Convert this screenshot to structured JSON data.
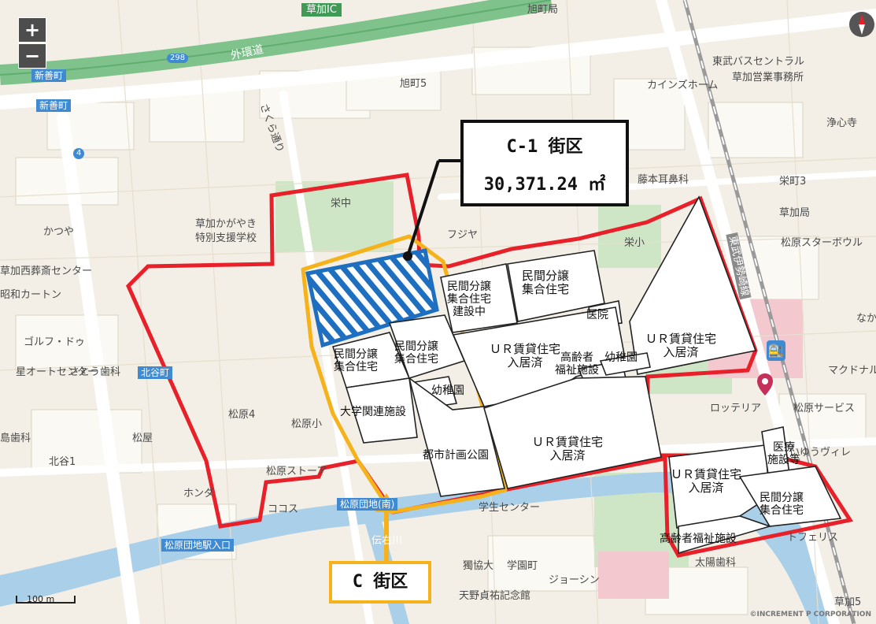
{
  "map": {
    "zoom_in": "+",
    "zoom_out": "−",
    "scale": "100 m",
    "copyright": "©INCREMENT P CORPORATION"
  },
  "callout": {
    "line1": "C-1 街区",
    "line2": "30,371.24 ㎡"
  },
  "c_block_label": "C 街区",
  "road_labels": {
    "ic": "草加IC",
    "route": "298",
    "expressway": "外環道",
    "route4": "4",
    "sakura_street": "さくら通り"
  },
  "station_labels": [
    "新善町",
    "新善町",
    "北谷町",
    "松原団地(南)",
    "松原団地駅入口"
  ],
  "place_labels": [
    "東武バスセントラル",
    "草加営業事務所",
    "カインズホーム",
    "浄心寺",
    "旭町5",
    "旭町局",
    "藤本耳鼻科",
    "栄町3",
    "草加局",
    "松原スターボウル",
    "栄中",
    "草加かがやき",
    "特別支援学校",
    "かつや",
    "草加西葬斎センター",
    "昭和カートン",
    "フジヤ",
    "栄小",
    "ゴルフ・ドゥ",
    "星オートセンター",
    "さとう歯科",
    "松原4",
    "松原小",
    "島歯科",
    "松屋",
    "北谷1",
    "ホンダ",
    "ココス",
    "松原ストーア",
    "学生センター",
    "伝右川",
    "獨協大",
    "学園町",
    "天野貞祐記念館",
    "ジョーシン",
    "太陽歯科",
    "草加5",
    "ロッテリア",
    "松原サービス",
    "マクドナル",
    "なか",
    "いゆうヴィレ",
    "トフェリス",
    "東武伊勢崎線"
  ],
  "blocks": [
    "民間分譲\n集合住宅\n建設中",
    "民間分譲\n集合住宅",
    "医院",
    "ＵＲ賃貸住宅\n入居済",
    "ＵＲ賃貸住宅\n入居済",
    "民間分譲\n集合住宅",
    "民間分譲\n集合住宅",
    "高齢者\n福祉施設",
    "幼稚園",
    "幼稚園",
    "大学関連施設",
    "都市計画公園",
    "ＵＲ賃貸住宅\n入居済",
    "ＵＲ賃貸住宅\n入居済",
    "医療\n施設等",
    "民間分譲\n集合住宅",
    "高齢者福祉施設"
  ],
  "colors": {
    "district_boundary": "#e8202a",
    "c_block_boundary": "#f5b21b",
    "c1_hatch": "#1f6fc0",
    "callout_border": "#111111",
    "expressway": "#7fc28c",
    "river": "#a9cfe9"
  }
}
